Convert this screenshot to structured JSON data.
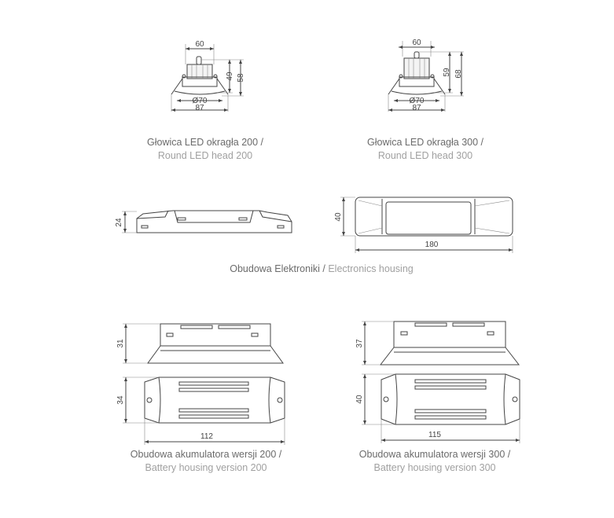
{
  "head_200": {
    "dims": {
      "width_top": "60",
      "height_body": "49",
      "height_total": "58",
      "diameter": "Ø70",
      "flange": "87"
    },
    "caption_pl": "Głowica LED okragła 200 /",
    "caption_en": "Round LED head 200"
  },
  "head_300": {
    "dims": {
      "width_top": "60",
      "height_body": "59",
      "height_total": "68",
      "diameter": "Ø70",
      "flange": "87"
    },
    "caption_pl": "Głowica LED okragła 300 /",
    "caption_en": "Round LED head 300"
  },
  "electronics": {
    "dims": {
      "height": "24",
      "width": "40",
      "length": "180"
    },
    "caption_pl": "Obudowa Elektroniki /",
    "caption_en": "Electronics housing"
  },
  "battery_200": {
    "dims": {
      "height_top": "31",
      "height_bottom": "34",
      "length": "112"
    },
    "caption_pl": "Obudowa akumulatora wersji 200 /",
    "caption_en": "Battery housing version 200"
  },
  "battery_300": {
    "dims": {
      "height_top": "37",
      "height_bottom": "40",
      "length": "115"
    },
    "caption_pl": "Obudowa akumulatora wersji 300 /",
    "caption_en": "Battery housing version 300"
  }
}
